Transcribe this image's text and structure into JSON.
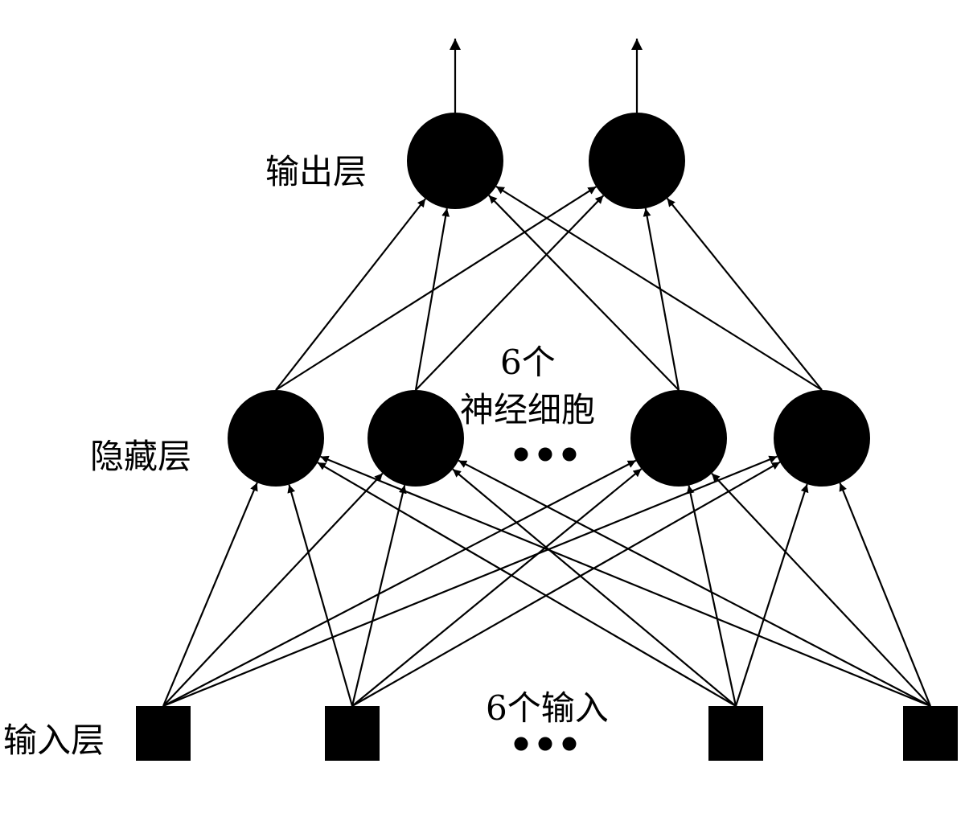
{
  "labels": {
    "output_layer": "输出层",
    "hidden_layer": "隐藏层",
    "input_layer": "输入层",
    "hidden_count_line1": "6个",
    "hidden_count_line2": "神经细胞",
    "input_count": "6个输入"
  },
  "layers": {
    "input": {
      "nodes": 4,
      "shape": "square"
    },
    "hidden": {
      "nodes": 4,
      "shape": "circle"
    },
    "output": {
      "nodes": 2,
      "shape": "circle"
    }
  },
  "ellipsis_dots": 3,
  "colors": {
    "foreground": "#000000",
    "background": "#ffffff"
  }
}
